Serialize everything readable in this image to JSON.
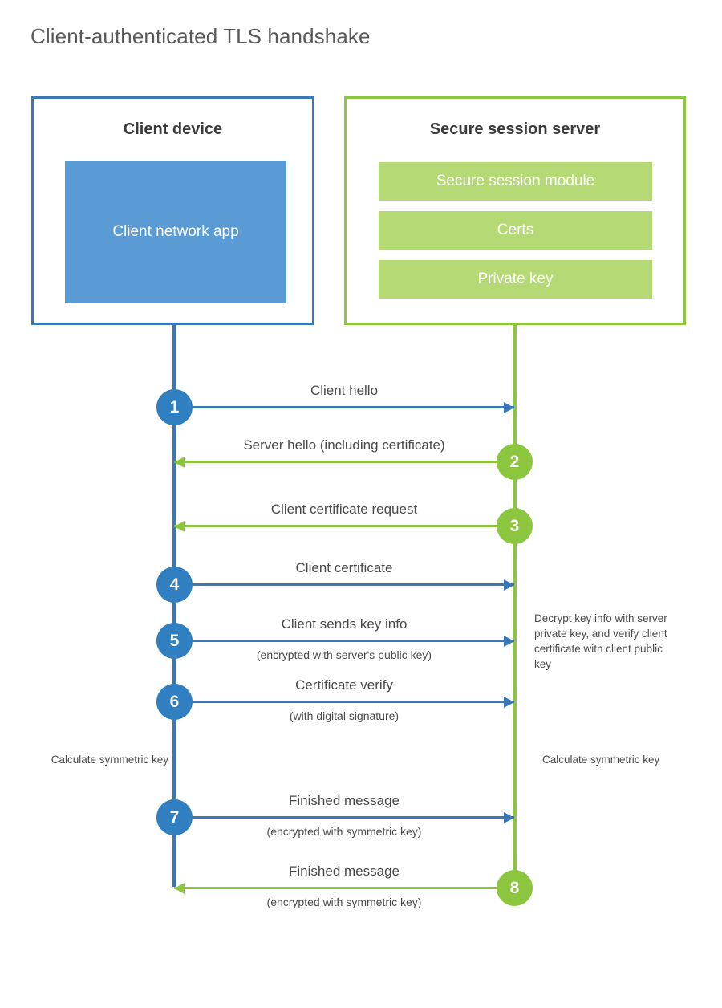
{
  "title": "Client-authenticated TLS handshake",
  "colors": {
    "client_border": "#3a77b8",
    "client_fill": "#5b9bd5",
    "client_circle": "#2f7fc1",
    "server_border": "#8cc63f",
    "server_fill": "#b5d974",
    "server_circle": "#8cc63f",
    "title_text": "#595959",
    "body_text": "#4a4a4a",
    "background": "#ffffff"
  },
  "client": {
    "title": "Client device",
    "app_label": "Client network app"
  },
  "server": {
    "title": "Secure session server",
    "blocks": [
      {
        "label": "Secure session module"
      },
      {
        "label": "Certs"
      },
      {
        "label": "Private key"
      }
    ]
  },
  "steps": [
    {
      "number": "1",
      "label": "Client hello",
      "sub": "",
      "direction": "client-to-server",
      "actor": "client"
    },
    {
      "number": "2",
      "label": "Server hello (including certificate)",
      "sub": "",
      "direction": "server-to-client",
      "actor": "server"
    },
    {
      "number": "3",
      "label": "Client certificate request",
      "sub": "",
      "direction": "server-to-client",
      "actor": "server"
    },
    {
      "number": "4",
      "label": "Client certificate",
      "sub": "",
      "direction": "client-to-server",
      "actor": "client"
    },
    {
      "number": "5",
      "label": "Client sends key info",
      "sub": "(encrypted with server's public key)",
      "direction": "client-to-server",
      "actor": "client"
    },
    {
      "number": "6",
      "label": "Certificate verify",
      "sub": "(with digital signature)",
      "direction": "client-to-server",
      "actor": "client"
    },
    {
      "number": "7",
      "label": "Finished message",
      "sub": "(encrypted with symmetric key)",
      "direction": "client-to-server",
      "actor": "client"
    },
    {
      "number": "8",
      "label": "Finished message",
      "sub": "(encrypted with symmetric key)",
      "direction": "server-to-client",
      "actor": "server"
    }
  ],
  "notes": {
    "decrypt": "Decrypt key info with server private key, and verify client certificate with client public key",
    "calculate_client": "Calculate symmetric key",
    "calculate_server": "Calculate symmetric key"
  }
}
